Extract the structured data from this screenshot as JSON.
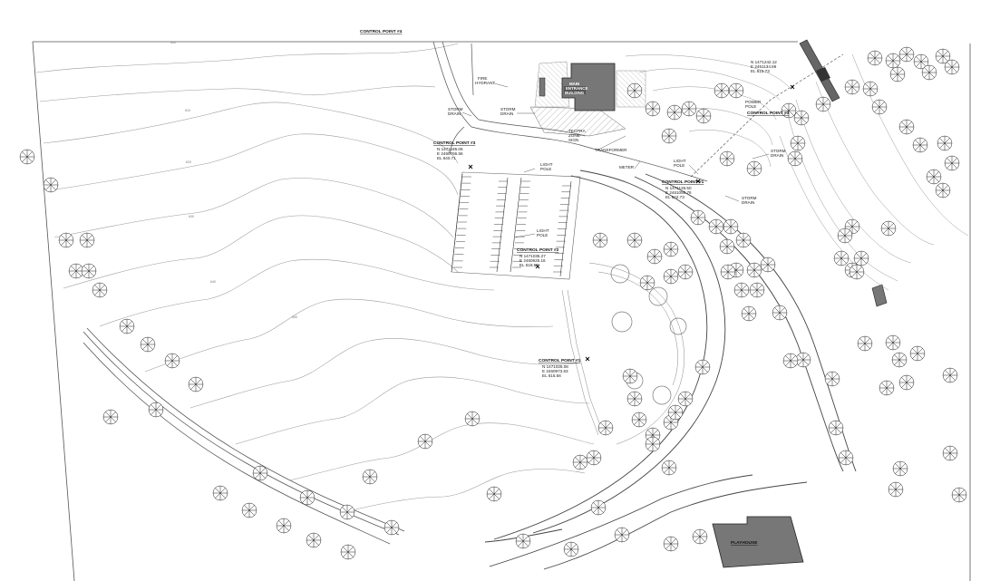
{
  "control_points": [
    {
      "title": "CONTROL POINT #4",
      "coords": []
    },
    {
      "title": "CONTROL POINT #3",
      "coords": [
        "N 1471195.06",
        "E 2460766.56",
        "EL 640.71"
      ]
    },
    {
      "title": "CONTROL POINT #2",
      "coords": [
        "N 1471035.27",
        "E 2460925.16",
        "EL 618.57"
      ]
    },
    {
      "title": "CONTROL POINT #1",
      "coords": [
        "N 1471025.08",
        "E 2460973.63",
        "EL 615.56"
      ]
    },
    {
      "title": "CONTROL POINT #1",
      "coords": [
        "N 1471136.50",
        "E 2461050.76",
        "EL 622.73"
      ]
    },
    {
      "title": "CONTROL POINT #3",
      "coords": [
        "N 1471242.12",
        "E 2461134.86",
        "EL 615.73"
      ]
    }
  ],
  "labels": {
    "main_entrance": [
      "MAIN",
      "ENTRANCE",
      "BUILDING"
    ],
    "fire_hydrant": [
      "FIRE",
      "HYDRANT"
    ],
    "storm_drain": [
      "STORM",
      "DRAIN"
    ],
    "light_pole": [
      "LIGHT",
      "POLE"
    ],
    "transformer": "TRANSFORMER",
    "meter": "METER",
    "tecpra": [
      "TECPRA",
      "ZONE",
      "SIGN"
    ],
    "power_pole": [
      "POWER",
      "POLE"
    ],
    "playhouse": "PLAYHOUSE"
  },
  "contour_elevations": [
    "600",
    "610",
    "620",
    "630",
    "640",
    "650"
  ]
}
